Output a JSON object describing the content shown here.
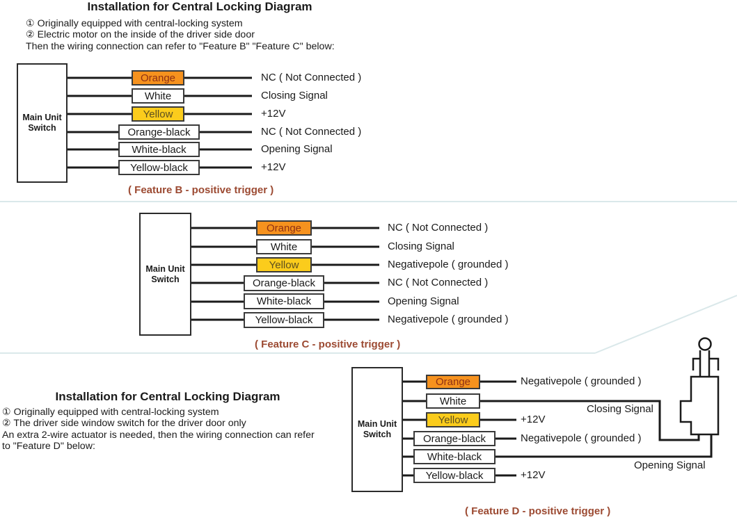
{
  "colors": {
    "orange_fill": "#F6921E",
    "yellow_fill": "#FBCC1C",
    "orange_label_text": "#8F3014",
    "yellow_label_text": "#5C4F1F",
    "caption_text": "#9C4A32",
    "wire_color": "#1A1A1A",
    "separator_line": "#DAE8EA"
  },
  "top_section": {
    "title": "Installation for Central Locking Diagram",
    "line1": "① Originally equipped with central-locking system",
    "line2": "② Electric motor on the inside of the driver side door",
    "line3": "Then the wiring connection can refer to \"Feature B\" \"Feature C\" below:"
  },
  "bottom_section": {
    "title": "Installation for Central Locking Diagram",
    "line1": "① Originally equipped with central-locking system",
    "line2": "② The driver side window switch for the driver door only",
    "line3": "An extra 2-wire actuator is needed, then the wiring connection can refer",
    "line4": "to \"Feature D\" below:"
  },
  "unit_switch": {
    "line1": "Main Unit",
    "line2": "Switch"
  },
  "feature_b": {
    "caption": "( Feature B - positive trigger )",
    "wires": [
      {
        "label": "Orange",
        "signal": "NC ( Not Connected )"
      },
      {
        "label": "White",
        "signal": "Closing Signal"
      },
      {
        "label": "Yellow",
        "signal": "+12V"
      },
      {
        "label": "Orange-black",
        "signal": "NC ( Not Connected )"
      },
      {
        "label": "White-black",
        "signal": "Opening Signal"
      },
      {
        "label": "Yellow-black",
        "signal": "+12V"
      }
    ]
  },
  "feature_c": {
    "caption": "( Feature C - positive trigger )",
    "wires": [
      {
        "label": "Orange",
        "signal": "NC ( Not Connected )"
      },
      {
        "label": "White",
        "signal": "Closing Signal"
      },
      {
        "label": "Yellow",
        "signal": "Negativepole ( grounded )"
      },
      {
        "label": "Orange-black",
        "signal": "NC ( Not Connected )"
      },
      {
        "label": "White-black",
        "signal": "Opening Signal"
      },
      {
        "label": "Yellow-black",
        "signal": "Negativepole ( grounded )"
      }
    ]
  },
  "feature_d": {
    "caption": "( Feature D - positive trigger )",
    "wires": [
      {
        "label": "Orange",
        "signal": "Negativepole ( grounded )"
      },
      {
        "label": "White",
        "signal": "Closing Signal"
      },
      {
        "label": "Yellow",
        "signal": "+12V"
      },
      {
        "label": "Orange-black",
        "signal": "Negativepole ( grounded )"
      },
      {
        "label": "White-black",
        "signal": "Opening Signal"
      },
      {
        "label": "Yellow-black",
        "signal": "+12V"
      }
    ]
  },
  "graphics": {
    "actuator": "door-lock-actuator-icon"
  }
}
